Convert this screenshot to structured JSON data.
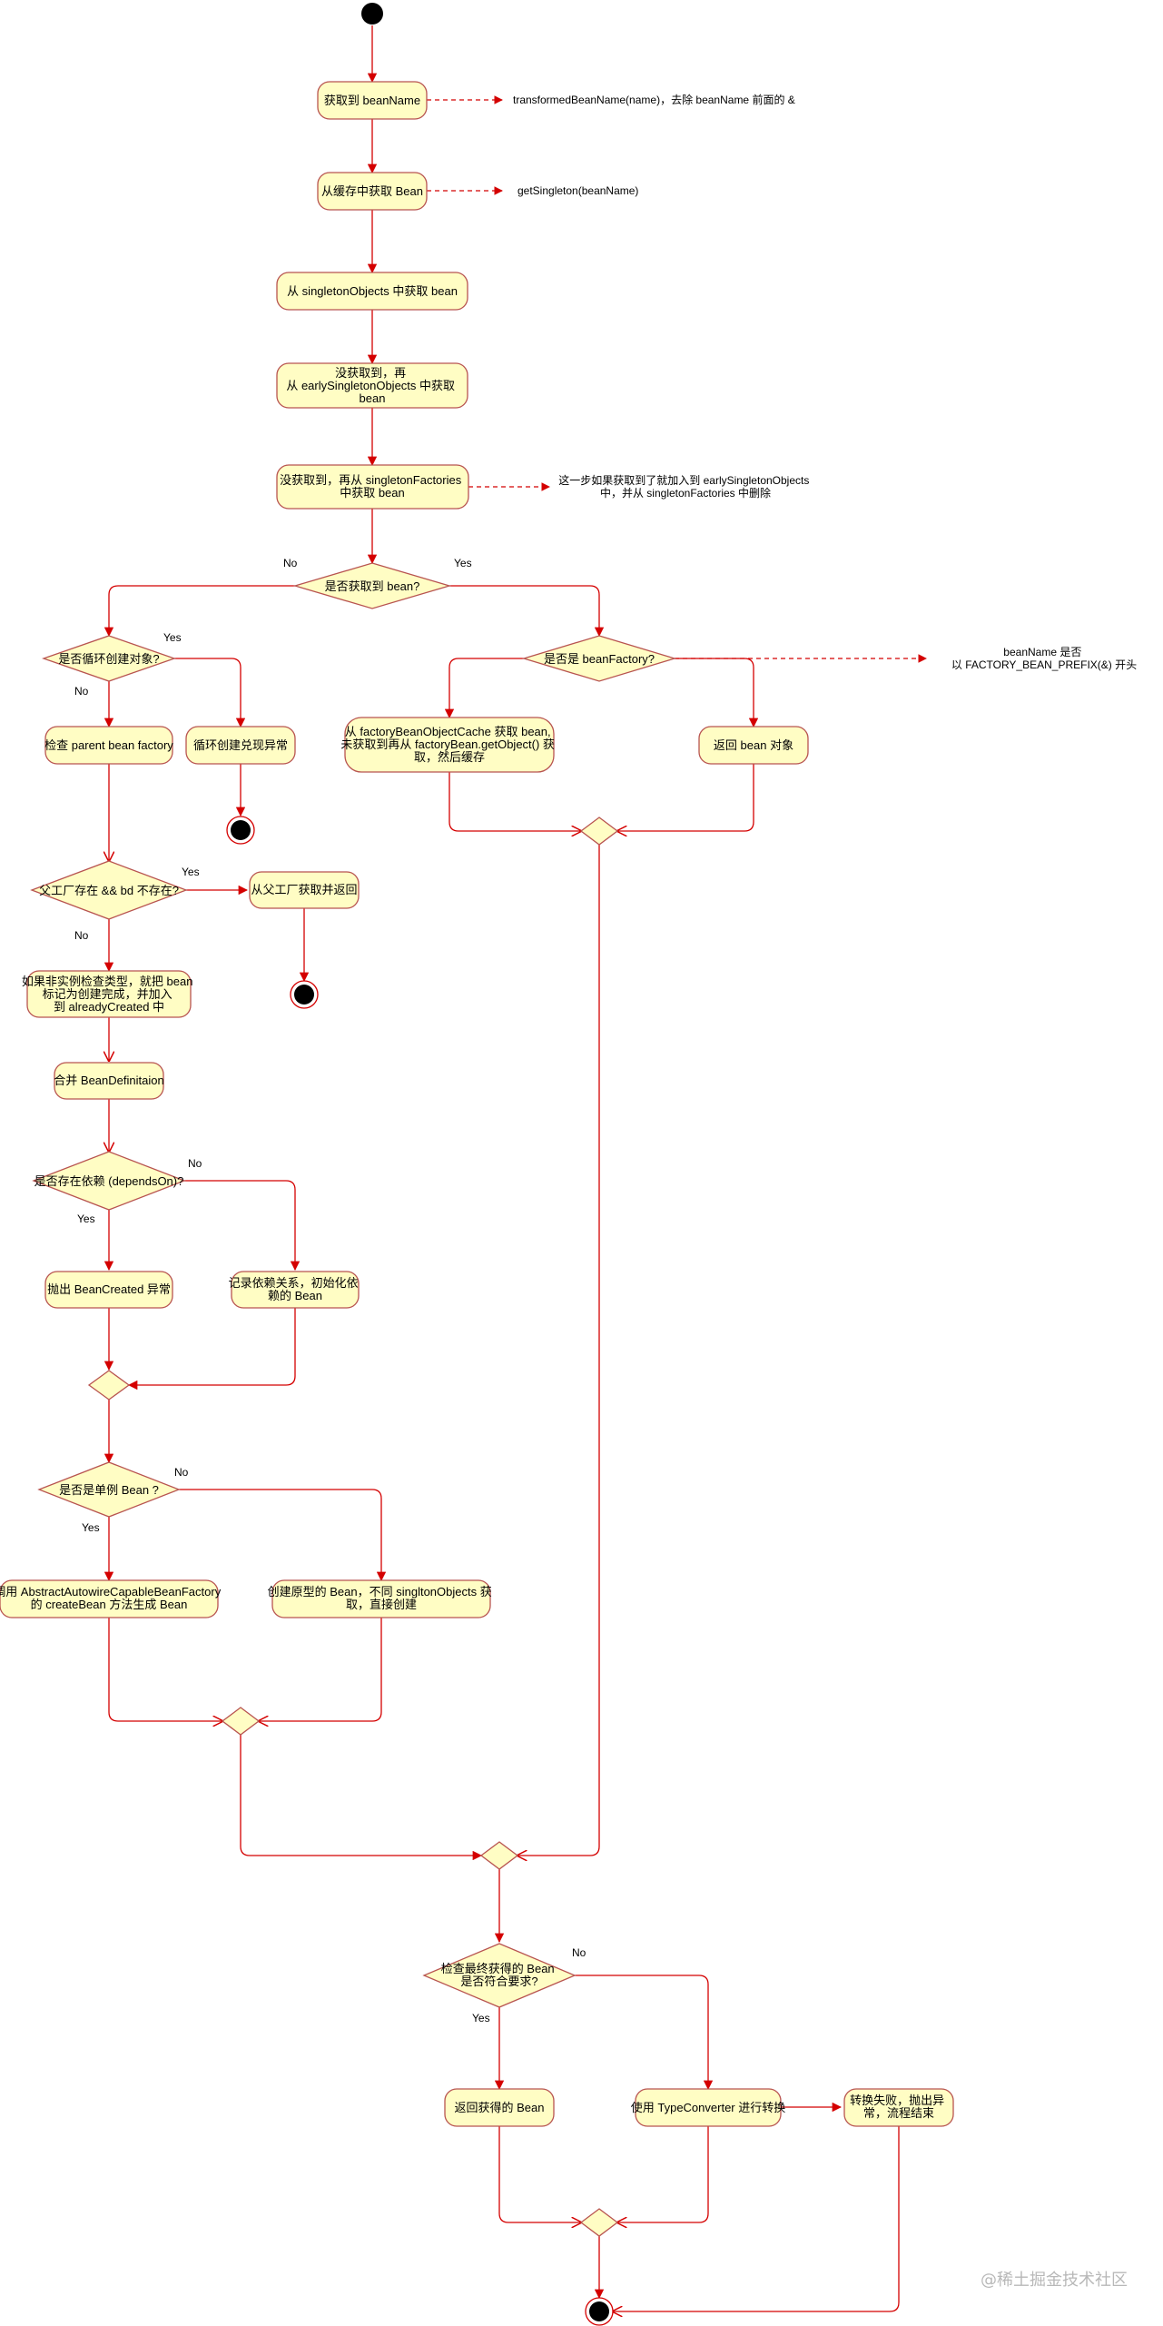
{
  "colors": {
    "node_fill": "#fffdc4",
    "node_stroke": "#b85450",
    "edge": "#d40000",
    "terminal": "#000000"
  },
  "nodes": {
    "get_bean_name": "获取到 beanName",
    "get_from_cache": "从缓存中获取 Bean",
    "singleton_objects": "从 singletonObjects 中获取 bean",
    "early_singleton": [
      "没获取到，再",
      "从 earlySingletonObjects 中获取",
      "bean"
    ],
    "singleton_factories": [
      "没获取到，再从 singletonFactories",
      "中获取 bean"
    ],
    "got_bean_decision": "是否获取到 bean?",
    "is_circular_decision": "是否循环创建对象?",
    "check_parent": "检查 parent bean factory",
    "circular_exception": "循环创建兑现异常",
    "is_factory_decision": "是否是 beanFactory?",
    "factory_cache": [
      "从 factoryBeanObjectCache 获取 bean,",
      "未获取到再从 factoryBean.getObject() 获",
      "取，然后缓存"
    ],
    "return_bean_obj": "返回 bean 对象",
    "parent_exists_decision": "父工厂存在 && bd 不存在?",
    "from_parent": "从父工厂获取并返回",
    "mark_created": [
      "如果非实例检查类型，就把 bean",
      "标记为创建完成，并加入",
      "到 alreadyCreated 中"
    ],
    "merge_bd": "合并 BeanDefinitaion",
    "depends_decision": "是否存在依赖 (dependsOn)?",
    "throw_created": "抛出 BeanCreated 异常",
    "record_deps": [
      "记录依赖关系，初始化依",
      "赖的 Bean"
    ],
    "is_singleton_decision": "是否是单例 Bean ?",
    "call_create_bean": [
      "调用 AbstractAutowireCapableBeanFactory",
      "的 createBean 方法生成 Bean"
    ],
    "create_prototype": [
      "创建原型的 Bean，不同 singltonObjects 获",
      "取，直接创建"
    ],
    "check_type_decision": [
      "检查最终获得的 Bean",
      "是否符合要求?"
    ],
    "return_obtained": "返回获得的 Bean",
    "type_converter": "使用 TypeConverter 进行转换",
    "convert_failed": [
      "转换失败，抛出异",
      "常，流程结束"
    ]
  },
  "notes": {
    "transformed": "transformedBeanName(name)，去除 beanName 前面的 &",
    "get_singleton": "getSingleton(beanName)",
    "early_add": [
      "这一步如果获取到了就加入到 earlySingletonObjects",
      "中，并从 singletonFactories 中删除"
    ],
    "prefix": [
      "beanName 是否",
      "以 FACTORY_BEAN_PREFIX(&) 开头"
    ]
  },
  "branch_labels": {
    "yes": "Yes",
    "no": "No"
  },
  "watermark": "@稀土掘金技术社区"
}
